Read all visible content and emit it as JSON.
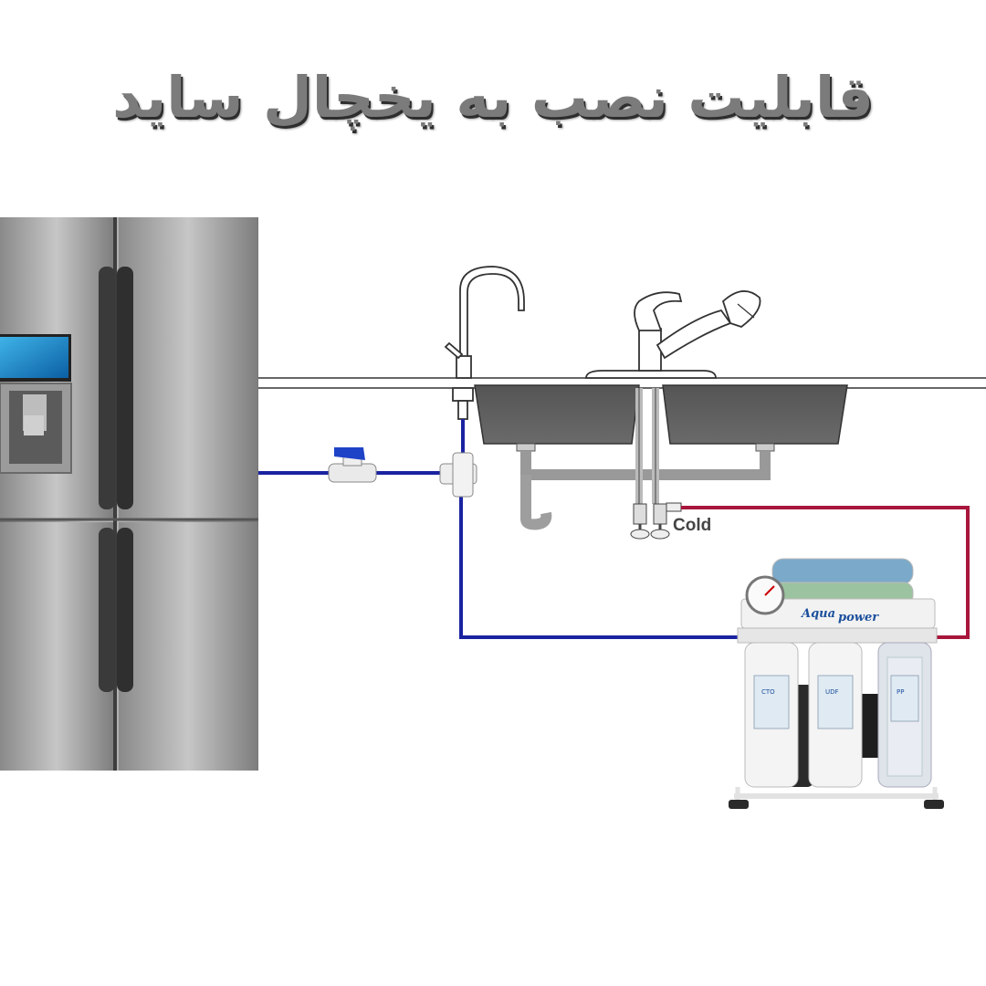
{
  "title": "قابلیت نصب به یخچال ساید",
  "labels": {
    "cold": "Cold"
  },
  "filter_unit": {
    "brand": "Aqua",
    "brand_sub": "power",
    "cartridges": [
      "CTO",
      "UDF",
      "PP"
    ]
  },
  "colors": {
    "feed_line": "#1a23a0",
    "cold_line": "#a8163c",
    "title_text": "#7b7b7b",
    "fridge_steel": "#8c8c8c"
  }
}
